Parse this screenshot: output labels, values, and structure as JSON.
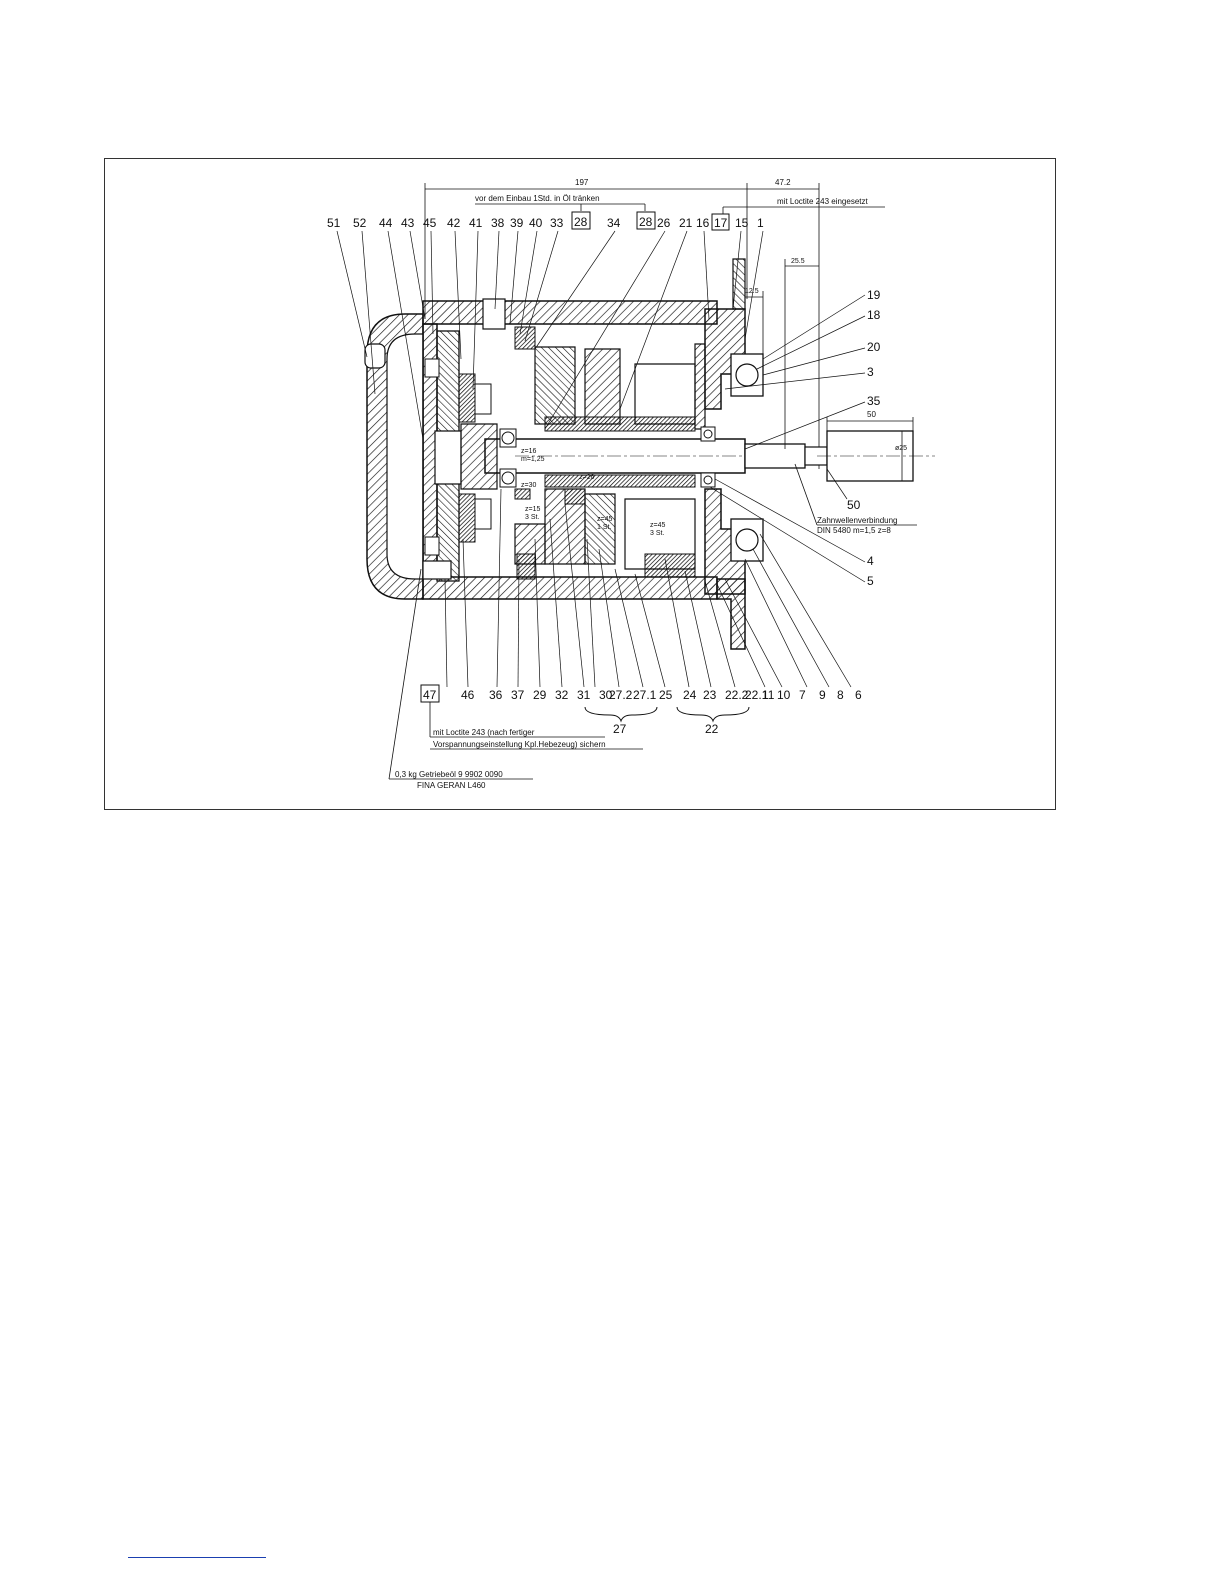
{
  "dimensions": {
    "d197": "197",
    "d472": "47.2",
    "d255": "25.5",
    "d125": "12.5",
    "d50": "50",
    "d025": "ø25"
  },
  "notes": {
    "top_note": "vor dem Einbau 1Std. in Öl tränken",
    "box_28": "28",
    "box_17": "17",
    "loctite_top": "mit Loctite 243 eingesetzt",
    "box_47": "47",
    "loctite_bottom_1": "mit Loctite 243 (nach fertiger",
    "loctite_bottom_2": "Vorspannungseinstellung Kpl.Hebezeug) sichern",
    "oil_1": "0,3 kg Getriebeöl 9 9902 0090",
    "oil_2": "FINA GERAN L460",
    "spline_1": "Zahnwellenverbindung",
    "spline_2": "DIN 5480   m=1,5   z=8"
  },
  "gear_marks": {
    "g1": "z=16",
    "g2": "m=1,25",
    "g3": "z=30",
    "g4": "z=26",
    "g5": "z=15",
    "g6": "3 St.",
    "g7": "z=45",
    "g8": "1 St.",
    "g9": "z=45",
    "g10": "3 St."
  },
  "top_labels": [
    "51",
    "52",
    "44",
    "43",
    "45",
    "42",
    "41",
    "38",
    "39",
    "40",
    "33",
    "34",
    "26",
    "21",
    "16",
    "15",
    "1"
  ],
  "right_labels": [
    "19",
    "18",
    "20",
    "3",
    "35",
    "50",
    "4",
    "5"
  ],
  "bottom_labels": [
    "47",
    "46",
    "36",
    "37",
    "29",
    "32",
    "31",
    "30",
    "27.2",
    "27.1",
    "25",
    "24",
    "23",
    "22.2",
    "22.1",
    "11",
    "10",
    "7",
    "9",
    "8",
    "6"
  ],
  "group_labels": {
    "g27": "27",
    "g22": "22"
  }
}
